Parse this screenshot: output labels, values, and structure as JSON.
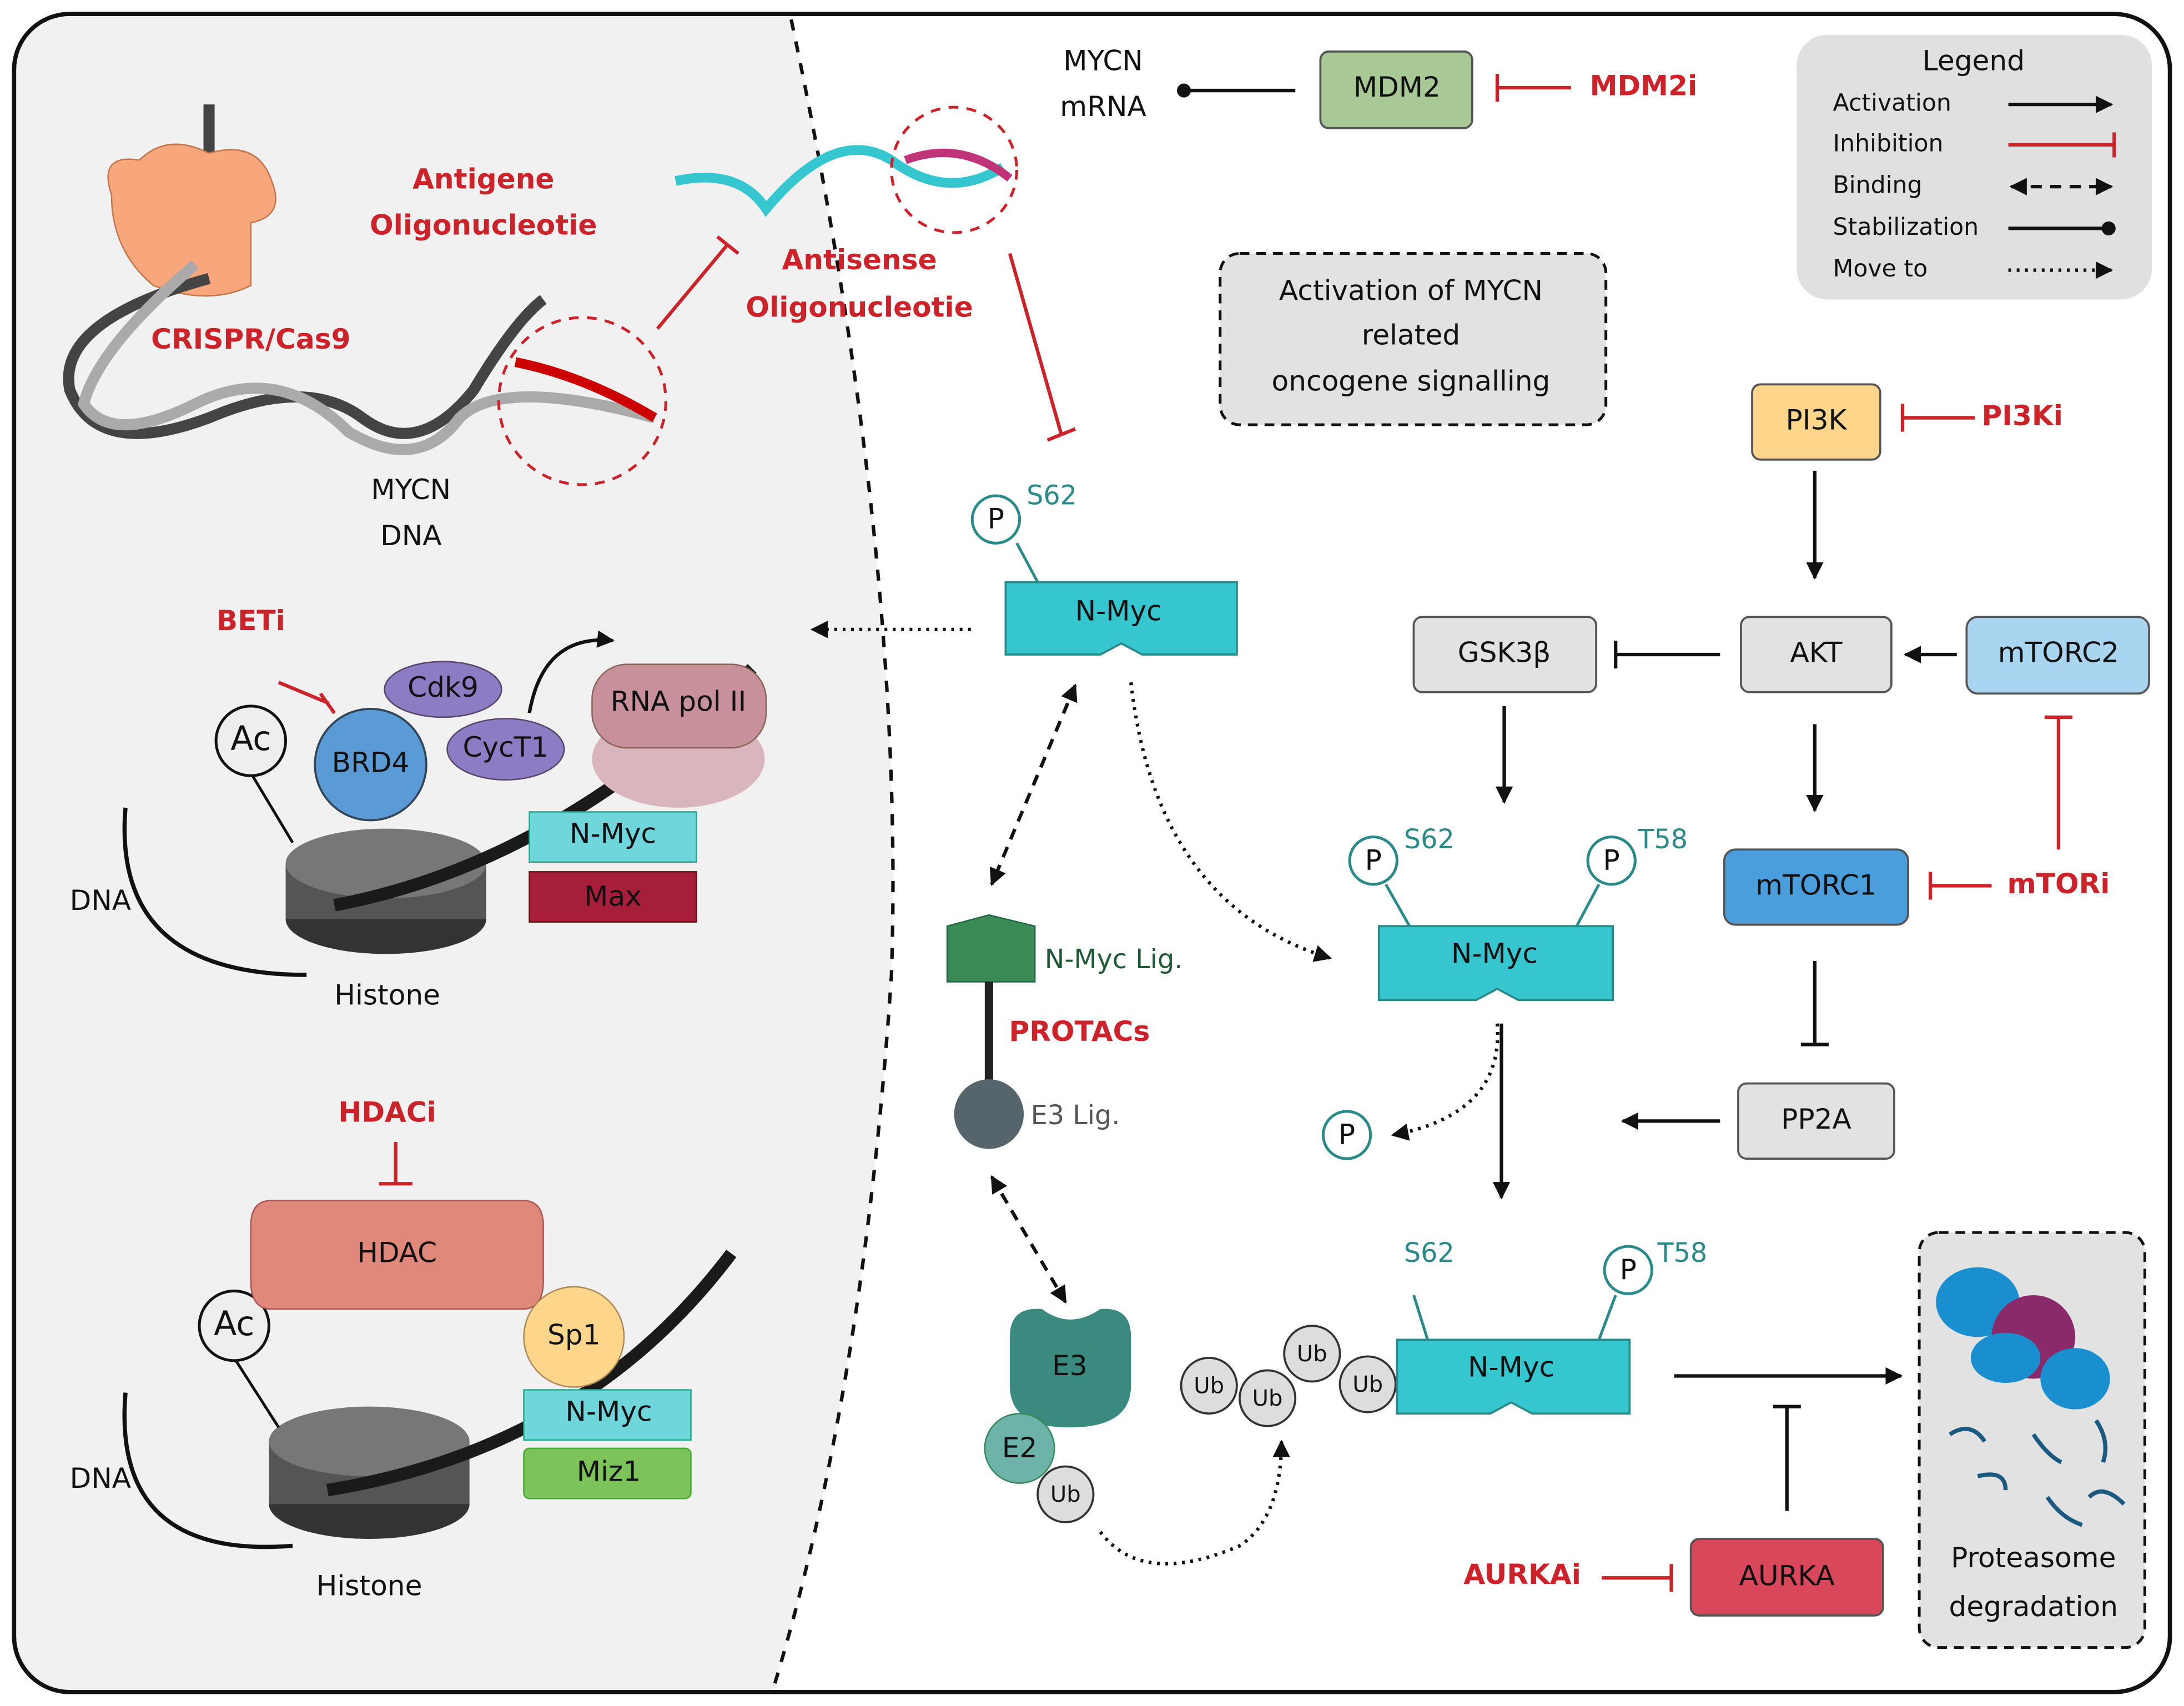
{
  "legend": {
    "title": "Legend",
    "items": [
      {
        "label": "Activation",
        "style": "solid-arrow",
        "color": "#111111"
      },
      {
        "label": "Inhibition",
        "style": "t-bar",
        "color": "#cc2229"
      },
      {
        "label": "Binding",
        "style": "dashed-double-arrow",
        "color": "#111111"
      },
      {
        "label": "Stabilization",
        "style": "solid-dot",
        "color": "#111111"
      },
      {
        "label": "Move to",
        "style": "dotted-arrow",
        "color": "#111111"
      }
    ]
  },
  "left": {
    "antigene": [
      "Antigene",
      "Oligonucleotie"
    ],
    "crispr": "CRISPR/Cas9",
    "mycn_dna": [
      "MYCN",
      "DNA"
    ],
    "beti": "BETi",
    "ac": "Ac",
    "brd4": "BRD4",
    "cdk9": "Cdk9",
    "cyct1": "CycT1",
    "rnapol": "RNA pol II",
    "nmyc": "N-Myc",
    "max": "Max",
    "dna": "DNA",
    "histone": "Histone",
    "hdaci": "HDACi",
    "hdac": "HDAC",
    "sp1": "Sp1",
    "miz1": "Miz1"
  },
  "right": {
    "antisense": [
      "Antisense",
      "Oligonucleotie"
    ],
    "mycn_mrna": [
      "MYCN",
      "mRNA"
    ],
    "mdm2": "MDM2",
    "mdm2i": "MDM2i",
    "activation_box": [
      "Activation of MYCN",
      "related",
      "oncogene signalling"
    ],
    "pi3k": "PI3K",
    "pi3ki": "PI3Ki",
    "akt": "AKT",
    "gsk3b": "GSK3β",
    "mtorc2": "mTORC2",
    "mtorc1": "mTORC1",
    "mtori": "mTORi",
    "pp2a": "PP2A",
    "nmyc": "N-Myc",
    "p": "P",
    "s62": "S62",
    "t58": "T58",
    "nmyc_lig": "N-Myc Lig.",
    "protacs": "PROTACs",
    "e3_lig": "E3 Lig.",
    "e3": "E3",
    "e2": "E2",
    "ub": "Ub",
    "aurka": "AURKA",
    "aurkai": "AURKAi",
    "proteasome": [
      "Proteasome",
      "degradation"
    ]
  },
  "colors": {
    "inhibitor_red": "#cc2229",
    "nmyc": "#35c6d0",
    "mdm2": "#a8c896",
    "pi3k": "#fdd68c",
    "mtorc2": "#a9d5f0",
    "mtorc1": "#4a9edb",
    "aurka": "#d9475a",
    "neutral_box": "#e2e2e2"
  }
}
